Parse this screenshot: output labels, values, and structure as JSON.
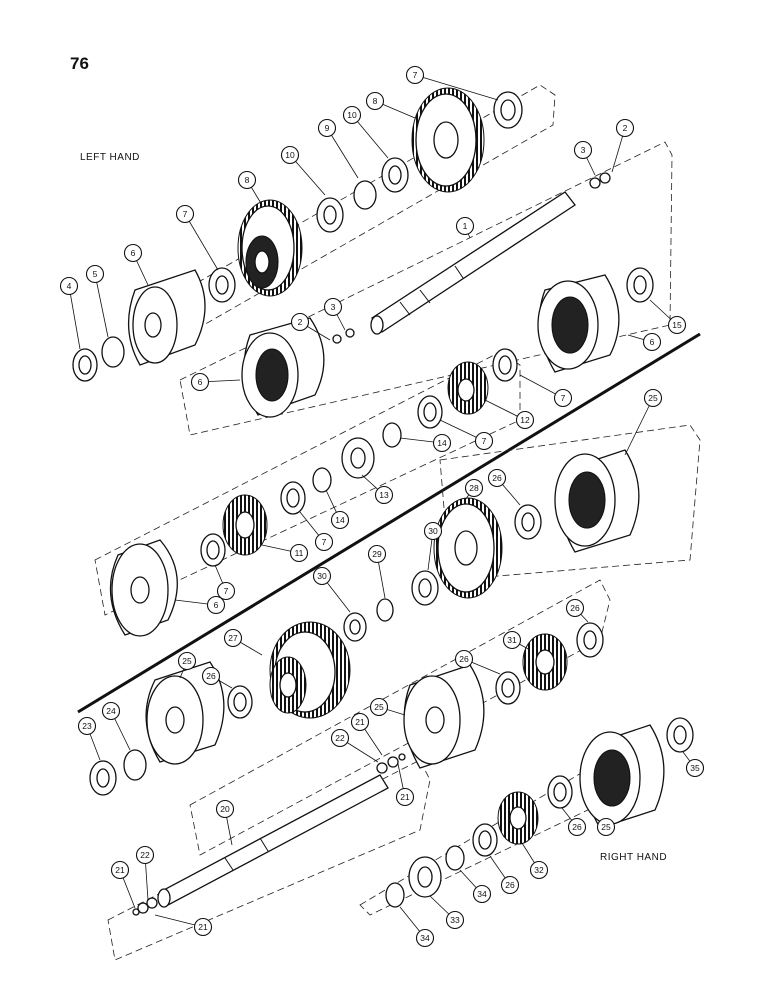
{
  "page": {
    "number": "76"
  },
  "sections": {
    "left": "LEFT HAND",
    "right": "RIGHT HAND"
  },
  "callouts": [
    "1",
    "2",
    "3",
    "4",
    "5",
    "6",
    "7",
    "8",
    "9",
    "10",
    "11",
    "12",
    "13",
    "14",
    "15",
    "20",
    "21",
    "22",
    "23",
    "24",
    "25",
    "26",
    "27",
    "28",
    "29",
    "30",
    "31",
    "32",
    "33",
    "34",
    "35"
  ]
}
